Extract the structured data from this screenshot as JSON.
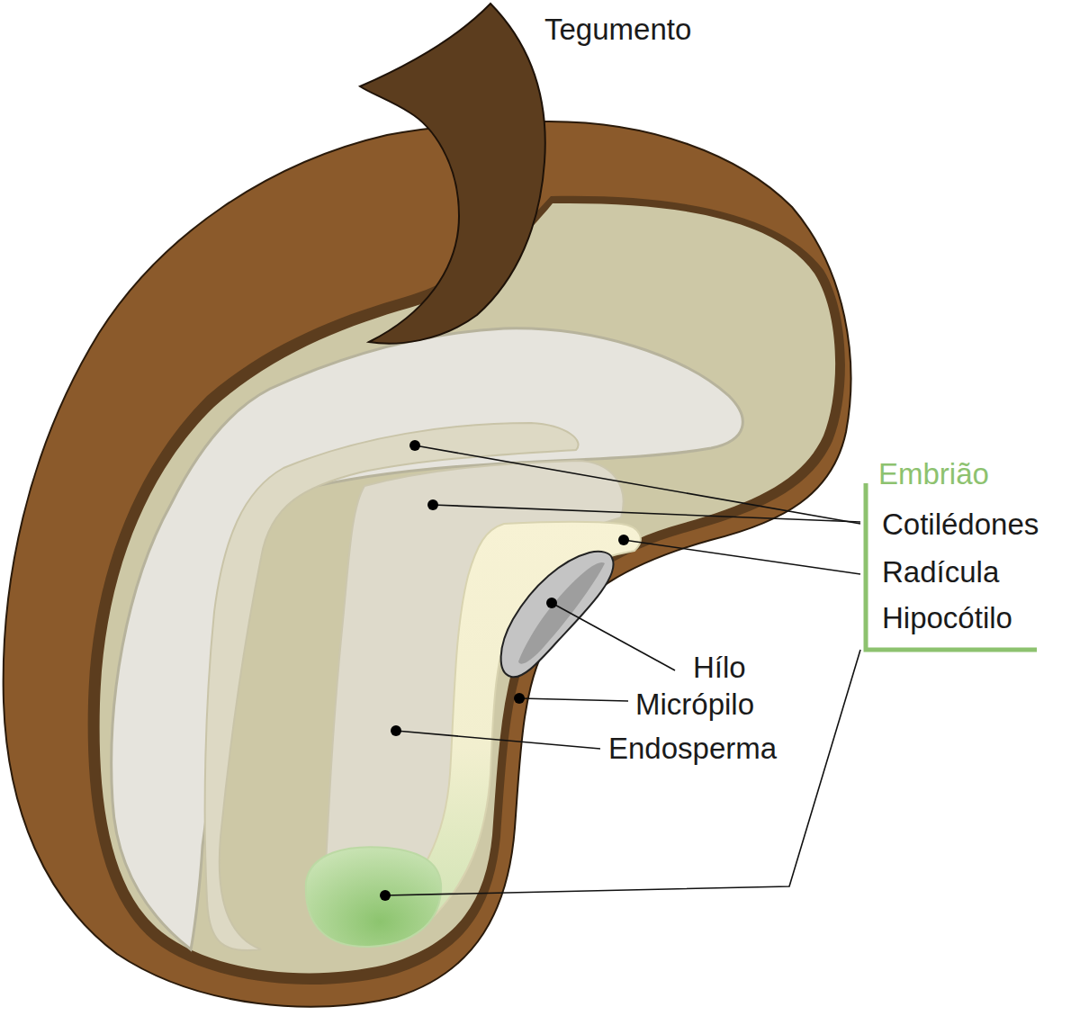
{
  "diagram": {
    "labels": [
      "Tegumento",
      "Embrião",
      "Cotilédones",
      "Radícula",
      "Hipocótilo",
      "Hílo",
      "Micrópilo",
      "Endosperma"
    ]
  }
}
